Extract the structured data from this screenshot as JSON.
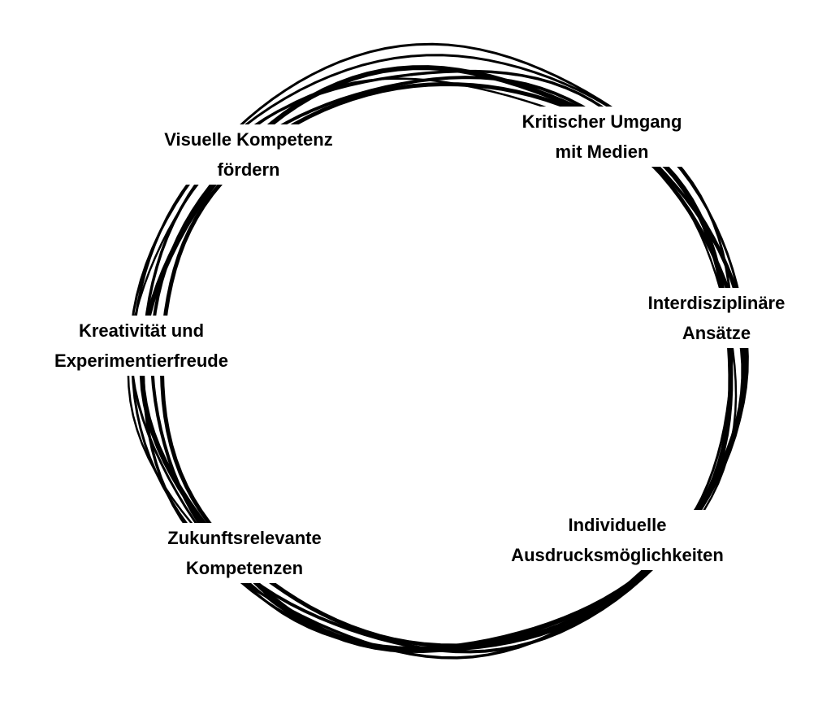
{
  "diagram": {
    "type": "cycle",
    "stroke_color": "#000000",
    "background": "#ffffff",
    "nodes": [
      {
        "line1": "Kritischer Umgang",
        "line2": "mit Medien"
      },
      {
        "line1": "Interdisziplinäre",
        "line2": "Ansätze"
      },
      {
        "line1": "Individuelle",
        "line2": "Ausdrucksmöglichkeiten"
      },
      {
        "line1": "Zukunftsrelevante",
        "line2": "Kompetenzen"
      },
      {
        "line1": "Kreativität und",
        "line2": "Experimentierfreude"
      },
      {
        "line1": "Visuelle Kompetenz",
        "line2": "fördern"
      }
    ]
  }
}
